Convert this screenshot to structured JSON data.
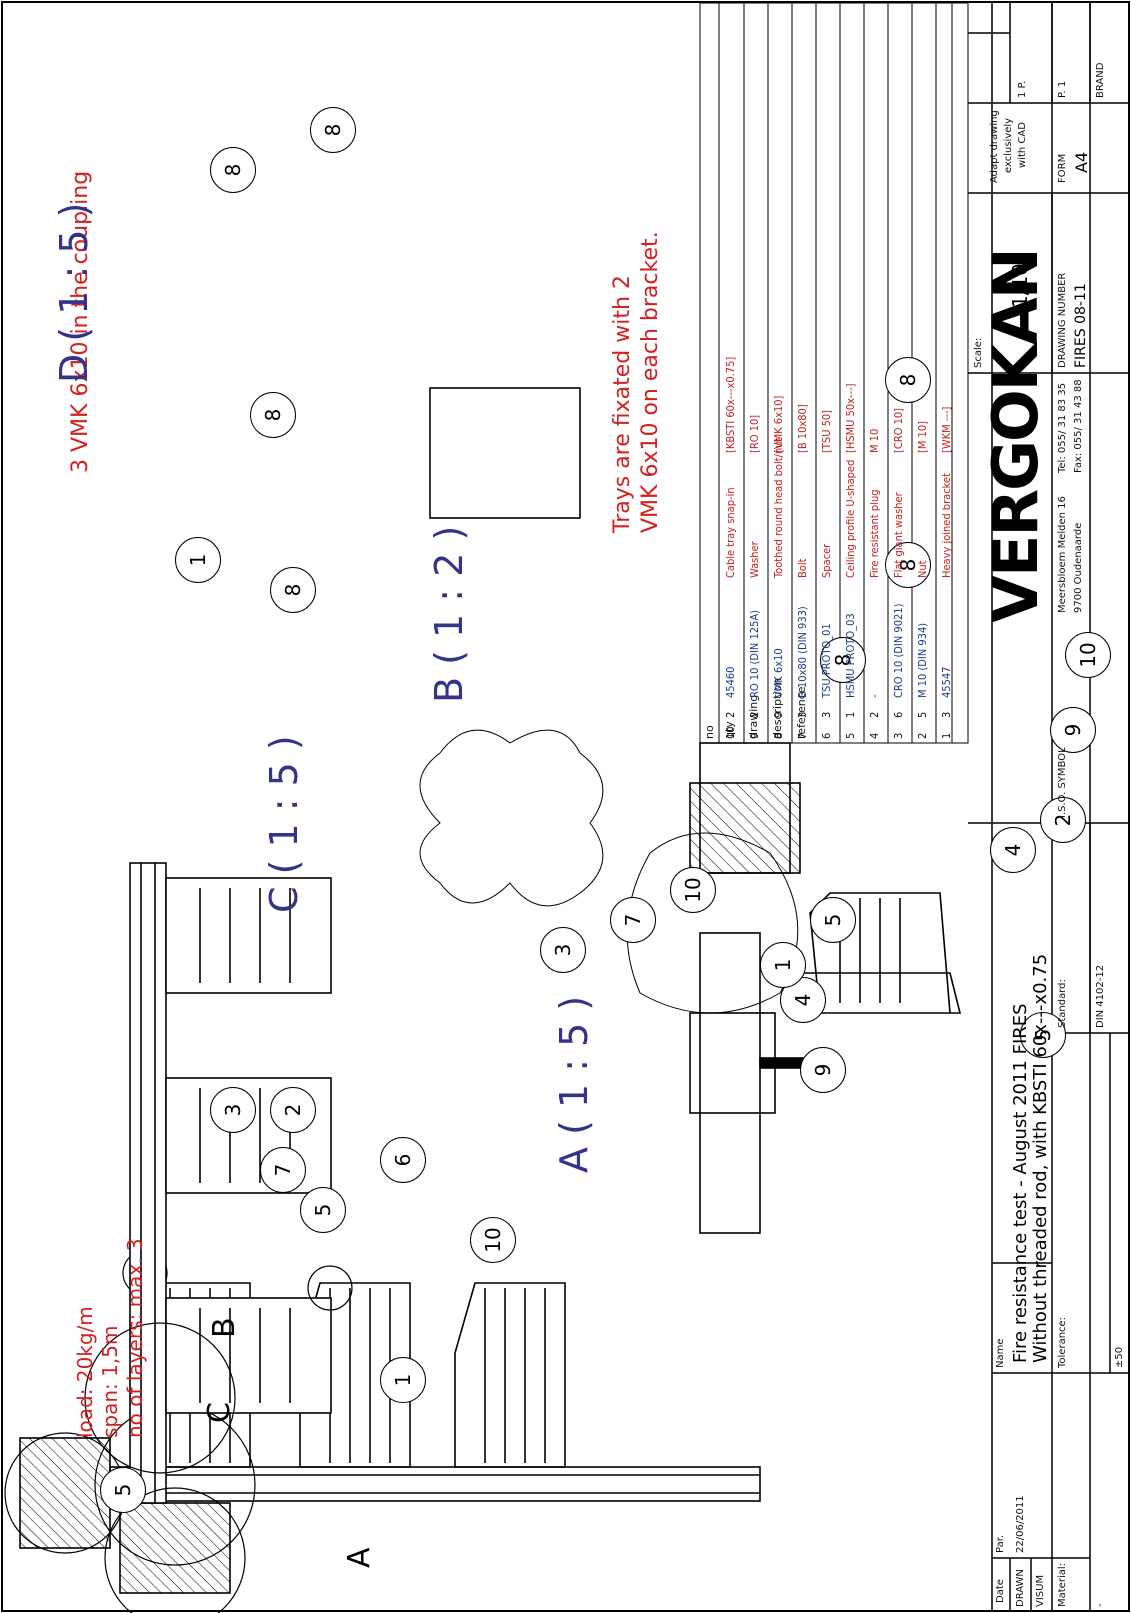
{
  "notes": {
    "coupling": "3 VMK 6x10 in the coupling",
    "trays_line1": "Trays are fixated with 2",
    "trays_line2": "VMK 6x10 on each bracket.",
    "load": "load: 20kg/m",
    "span": "span: 1,5m",
    "layers": "no of layers: max. 3"
  },
  "views": {
    "A": "A ( 1 : 5 )",
    "B": "B ( 1 : 2 )",
    "C": "C ( 1 : 5 )",
    "D": "D ( 1 : 5 )",
    "detail_A": "A",
    "detail_B": "B",
    "detail_C": "C"
  },
  "balloons": {
    "b8a": "8",
    "b8b": "8",
    "b8c": "8",
    "b8d": "8",
    "b8e": "8",
    "b8f": "8",
    "b9a": "9",
    "b2a": "2",
    "b4a": "4",
    "b5a": "5",
    "b5b": "5",
    "b4b": "4",
    "b9b": "9",
    "b10a": "10",
    "b1a": "1",
    "b8g": "8",
    "b3a": "3",
    "b7a": "7",
    "b10b": "10",
    "b1b": "1",
    "b2b": "2",
    "b7b": "7",
    "b3b": "3",
    "b6a": "6",
    "b5c": "5",
    "b10c": "10",
    "b1c": "1",
    "b5d": "5"
  },
  "parts_table": {
    "headers": {
      "no": "no",
      "qty": "qty",
      "drawing": "drawing",
      "description": "description",
      "reference": "reference"
    },
    "rows": [
      {
        "no": "10",
        "qty": "2",
        "drawing": "45460",
        "description": "Cable tray snap-in",
        "reference": "[KBSTI 60x---x0.75]"
      },
      {
        "no": "9",
        "qty": "2",
        "drawing": "RO 10 (DIN 125A)",
        "description": "Washer",
        "reference": "[RO 10]"
      },
      {
        "no": "8",
        "qty": "9",
        "drawing": "VMK 6x10",
        "description": "Toothed round head bolt/nut",
        "reference": "[VMK 6x10]"
      },
      {
        "no": "7",
        "qty": "3",
        "drawing": "B 10x80 (DIN 933)",
        "description": "Bolt",
        "reference": "[B 10x80]"
      },
      {
        "no": "6",
        "qty": "3",
        "drawing": "TSU PROTO_01",
        "description": "Spacer",
        "reference": "[TSU 50]"
      },
      {
        "no": "5",
        "qty": "1",
        "drawing": "HSMU PROTO_03",
        "description": "Ceiling profile U-shaped",
        "reference": "[HSMU 50x---]"
      },
      {
        "no": "4",
        "qty": "2",
        "drawing": "-",
        "description": "Fire resistant plug",
        "reference": "M 10"
      },
      {
        "no": "3",
        "qty": "6",
        "drawing": "CRO 10 (DIN 9021)",
        "description": "Flat giant washer",
        "reference": "[CRO 10]"
      },
      {
        "no": "2",
        "qty": "5",
        "drawing": "M 10 (DIN 934)",
        "description": "Nut",
        "reference": "[M 10]"
      },
      {
        "no": "1",
        "qty": "3",
        "drawing": "45547",
        "description": "Heavy joined bracket",
        "reference": "[WKM ---]"
      }
    ]
  },
  "title_block": {
    "date_label": "Date",
    "par_label": "Par.",
    "name_label": "Name",
    "drawn_label": "DRAWN",
    "drawn_date": "22/06/2011",
    "visum_label": "VISUM",
    "name_line1": "Fire resistance test - August 2011 FIRES",
    "name_line2": "Without threaded rod, with KBSTI 60x---x0.75",
    "material_label": "Material:",
    "material_value": "-",
    "tolerance_label": "Tolerance:",
    "tolerance_value": "±50",
    "standard_label": "Standard:",
    "standard_value": "DIN 4102-12",
    "iso_label": "I.S.O. SYMBOL",
    "company_logo": "VERGOKAN",
    "address_line1": "Meersbloem Melden 16",
    "address_line2": "9700 Oudenaarde",
    "tel": "Tel: 055/ 31 83 35",
    "fax": "Fax: 055/ 31 43 88",
    "scale_label": "Scale:",
    "scale_value": "1/10",
    "drawing_number_label": "DRAWING NUMBER",
    "drawing_number_value": "FIRES 08-11",
    "cad_line1": "Adapt drawing",
    "cad_line2": "exclusively",
    "cad_line3": "with CAD",
    "form_label": "FORM",
    "form_value": "A4",
    "brand_label": "BRAND",
    "page_label": "P. 1",
    "page_value": "1 P."
  },
  "colors": {
    "note_red": "#d42020",
    "view_label_blue": "#33338a",
    "line": "#000000"
  }
}
